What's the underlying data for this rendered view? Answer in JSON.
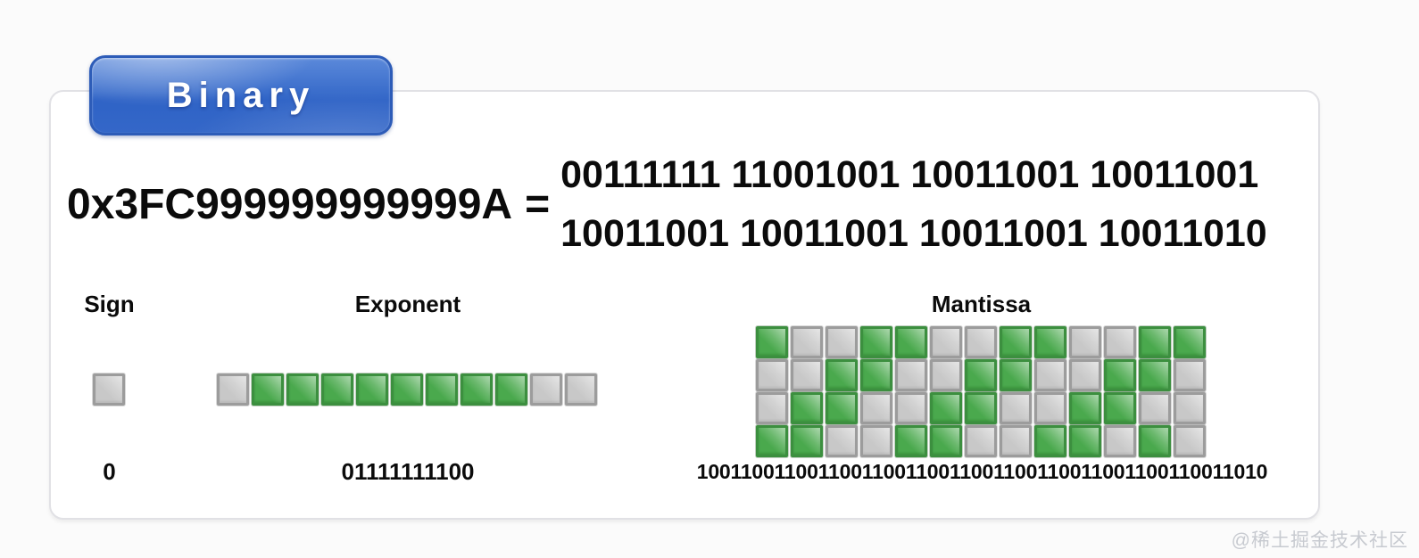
{
  "badge": {
    "label": "Binary"
  },
  "formula": {
    "hex": "0x3FC999999999999A",
    "equals": "=",
    "binary_lines": [
      "00111111 11001001 10011001 10011001",
      "10011001 10011001 10011001 10011010"
    ]
  },
  "sign": {
    "label": "Sign",
    "bits": "0",
    "value": "0"
  },
  "exponent": {
    "label": "Exponent",
    "bits": "01111111100",
    "value": "01111111100"
  },
  "mantissa": {
    "label": "Mantissa",
    "bits": "1001100110011001100110011001100110011001100110011010",
    "value": "1001100110011001100110011001100110011001100110011010",
    "grid_columns": 13
  },
  "colors": {
    "bit_on": "#4aa94d",
    "bit_off": "#c8c8c8",
    "badge_blue": "#3a6dcb"
  },
  "watermark": "@稀土掘金技术社区"
}
